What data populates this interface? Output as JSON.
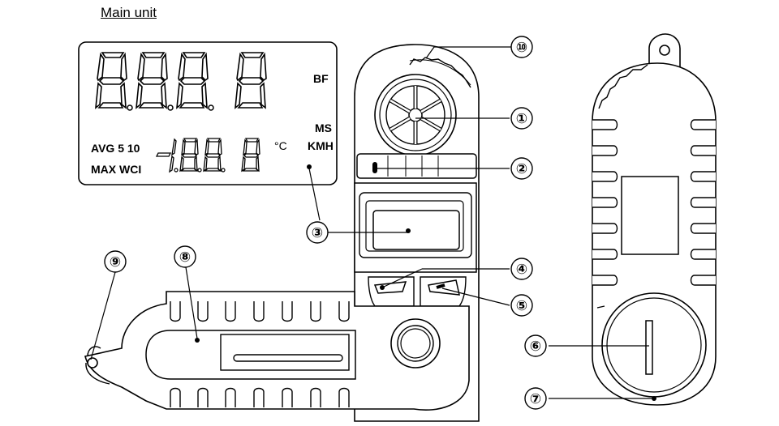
{
  "title": "Main unit",
  "lcd": {
    "main_digits": "8.8.8.8",
    "sub_digits": "-1.8.8.8",
    "bf": "BF",
    "ms": "MS",
    "kmh": "KMH",
    "celsius": "°C",
    "avg_row": "AVG 5 10",
    "max_row": "MAX WCI"
  },
  "callouts": [
    "①",
    "②",
    "③",
    "④",
    "⑤",
    "⑥",
    "⑦",
    "⑧",
    "⑨",
    "⑩"
  ]
}
